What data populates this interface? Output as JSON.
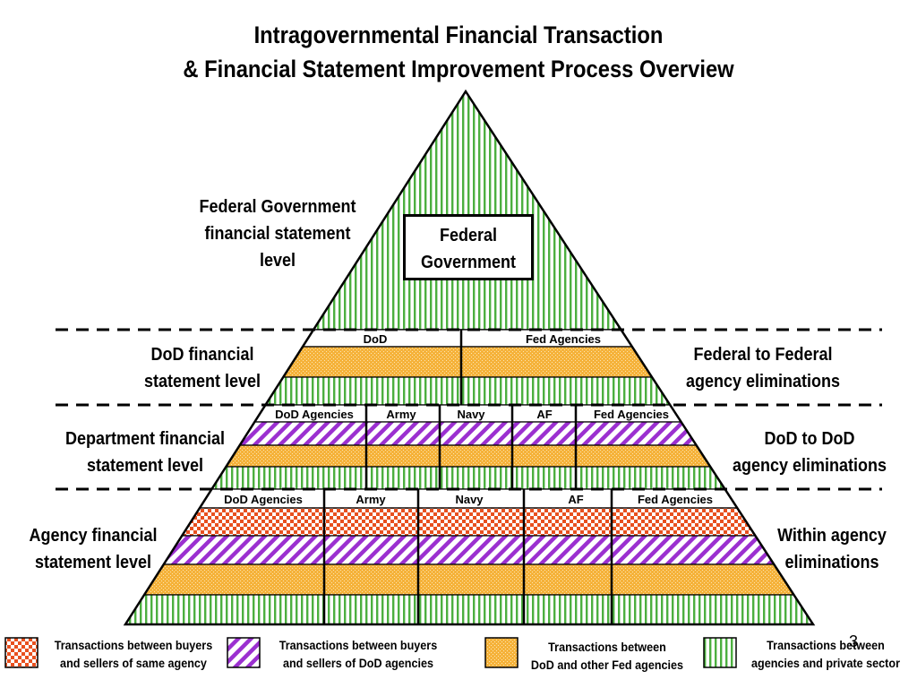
{
  "title": {
    "line1": "Intragovernmental Financial Transaction",
    "line2": "& Financial Statement  Improvement Process Overview"
  },
  "left_labels": {
    "federal": [
      "Federal Government",
      "financial statement",
      "level"
    ],
    "dod": [
      "DoD financial",
      "statement level"
    ],
    "department": [
      "Department financial",
      "statement level"
    ],
    "agency": [
      "Agency financial",
      "statement level"
    ]
  },
  "right_labels": {
    "federal_to_federal": [
      "Federal to Federal",
      "agency eliminations"
    ],
    "dod_to_dod": [
      "DoD to DoD",
      "agency eliminations"
    ],
    "within_agency": [
      "Within agency",
      "eliminations"
    ]
  },
  "apex_box": {
    "line1": "Federal",
    "line2": "Government"
  },
  "tiers": {
    "dod": [
      "DoD",
      "Fed Agencies"
    ],
    "department": [
      "DoD Agencies",
      "Army",
      "Navy",
      "AF",
      "Fed Agencies"
    ],
    "agency": [
      "DoD Agencies",
      "Army",
      "Navy",
      "AF",
      "Fed Agencies"
    ]
  },
  "legend": [
    {
      "pattern": "checker",
      "line1": "Transactions between buyers",
      "line2": "and sellers of same agency"
    },
    {
      "pattern": "diagonal",
      "line1": "Transactions between buyers",
      "line2": "and sellers of DoD agencies"
    },
    {
      "pattern": "orange",
      "line1": "Transactions between",
      "line2": "DoD and other Fed agencies"
    },
    {
      "pattern": "vertical",
      "line1": "Transactions between",
      "line2": "agencies and private sector"
    }
  ],
  "page_number": "3",
  "colors": {
    "green_stripe": "#4caf3f",
    "orange_fill": "#f5b23a",
    "purple_stripe": "#9b30d0",
    "checker_red": "#e8501f"
  }
}
